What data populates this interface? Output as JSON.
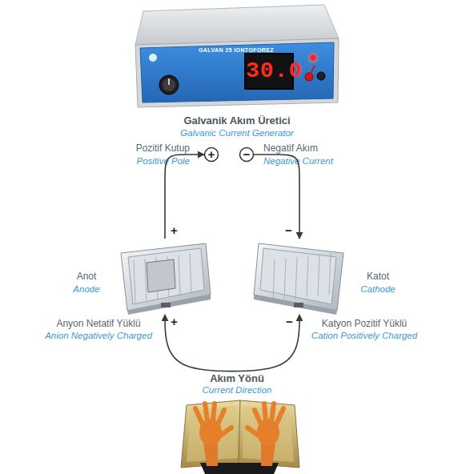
{
  "diagram": {
    "nodes": [
      {
        "text": [
          "GALVAN 25 IONTOFOREZ",
          "Galvanik Akım Üretici",
          "Galvanic Current Generator"
        ]
      },
      {
        "text": [
          "30.0"
        ],
        "in": 0
      },
      {
        "text": [
          "+",
          "Pozitif Kutup",
          "Positive Pole"
        ]
      },
      {
        "text": [
          "−",
          "Negatif Akım",
          "Negative Current"
        ]
      },
      {
        "text": [
          "Anot",
          "Anode"
        ]
      },
      {
        "text": [
          "Katot",
          "Cathode"
        ]
      }
    ],
    "edges": [
      {
        "from": 4,
        "to": 2,
        "arrow": "to"
      },
      {
        "from": 3,
        "to": 5,
        "arrow": "to"
      },
      {
        "from": 4,
        "to": 5,
        "arrow": "both"
      }
    ],
    "labels": [
      "+",
      "−",
      "Anyon Netatif Yüklü",
      "Anion Negatively Charged",
      "+",
      "Katyon Pozitif Yüklü",
      "Cation Positively Charged",
      "−",
      "Akım Yönü",
      "Current Direction"
    ]
  }
}
